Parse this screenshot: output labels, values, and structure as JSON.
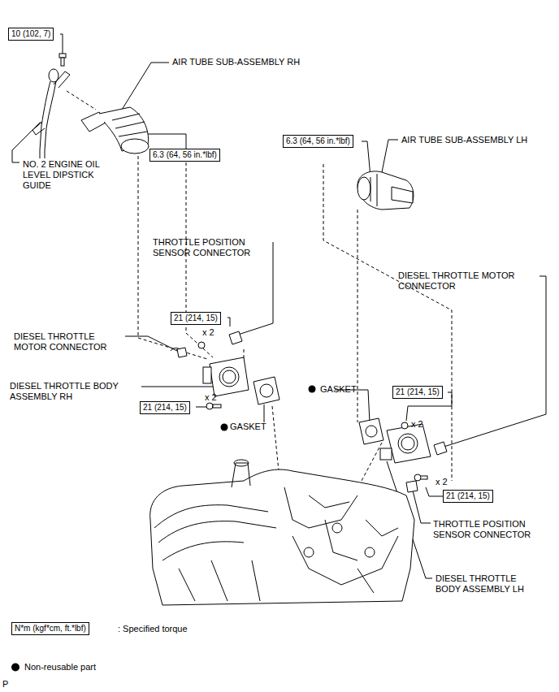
{
  "diagram": {
    "nodes": [
      {
        "text": [
          "10 (102, 7)"
        ]
      },
      {
        "text": [
          "6.3 (64, 56 in.*lbf)"
        ]
      },
      {
        "text": [
          "6.3 (64, 56 in.*lbf)"
        ]
      },
      {
        "text": [
          "21 (214, 15)"
        ]
      },
      {
        "text": [
          "21 (214, 15)"
        ]
      },
      {
        "text": [
          "21 (214, 15)"
        ]
      },
      {
        "text": [
          "21 (214, 15)"
        ]
      },
      {
        "text": [
          "N*m (kgf*cm, ft.*lbf)"
        ]
      }
    ],
    "edges": [],
    "labels": [
      "AIR TUBE SUB-ASSEMBLY RH",
      "NO. 2 ENGINE OIL LEVEL DIPSTICK GUIDE",
      "AIR TUBE SUB-ASSEMBLY LH",
      "THROTTLE POSITION SENSOR CONNECTOR",
      "DIESEL THROTTLE MOTOR CONNECTOR",
      "x 2",
      "DIESEL THROTTLE MOTOR CONNECTOR",
      "DIESEL THROTTLE BODY ASSEMBLY RH",
      "x 2",
      "GASKET",
      "GASKET",
      "x 2",
      "x 2",
      "THROTTLE POSITION SENSOR CONNECTOR",
      "DIESEL THROTTLE BODY ASSEMBLY LH",
      "P"
    ],
    "legend": [
      {
        "text": ": Specified torque"
      },
      {
        "text": "Non-reusable part"
      }
    ]
  }
}
